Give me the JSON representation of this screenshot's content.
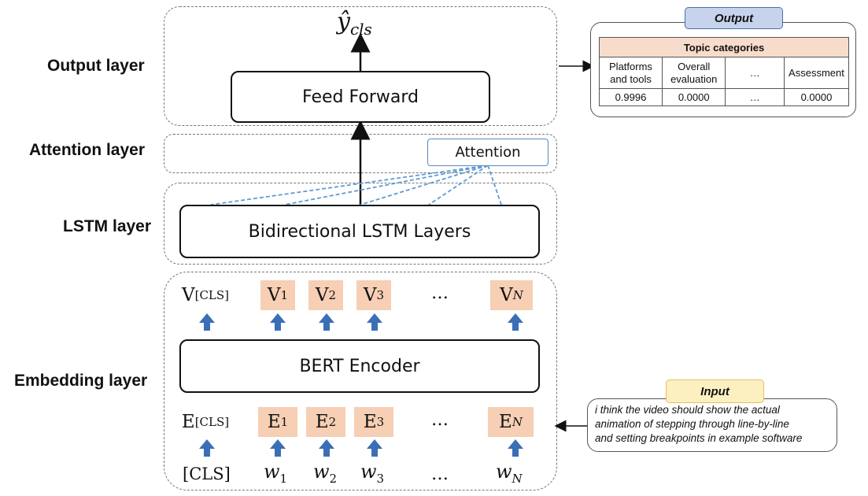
{
  "layers": {
    "output": "Output layer",
    "attention": "Attention layer",
    "lstm": "LSTM layer",
    "embedding": "Embedding  layer"
  },
  "blocks": {
    "feed_forward": "Feed Forward",
    "attention": "Attention",
    "lstm": "Bidirectional LSTM Layers",
    "bert": "BERT Encoder"
  },
  "output_symbol": {
    "base": "ŷ",
    "sub": "cls"
  },
  "vectors": [
    {
      "base": "V",
      "sub": "[CLS]",
      "filled": false
    },
    {
      "base": "V",
      "sub": "1",
      "filled": true
    },
    {
      "base": "V",
      "sub": "2",
      "filled": true
    },
    {
      "base": "V",
      "sub": "3",
      "filled": true
    },
    {
      "base": "V",
      "sub": "N",
      "filled": true
    }
  ],
  "embeddings": [
    {
      "base": "E",
      "sub": "[CLS]",
      "filled": false
    },
    {
      "base": "E",
      "sub": "1",
      "filled": true
    },
    {
      "base": "E",
      "sub": "2",
      "filled": true
    },
    {
      "base": "E",
      "sub": "3",
      "filled": true
    },
    {
      "base": "E",
      "sub": "N",
      "filled": true
    }
  ],
  "words": [
    {
      "base": "[CLS]",
      "sub": ""
    },
    {
      "base": "w",
      "sub": "1"
    },
    {
      "base": "w",
      "sub": "2"
    },
    {
      "base": "w",
      "sub": "3"
    },
    {
      "base": "w",
      "sub": "N"
    }
  ],
  "ellipsis": "…",
  "output_panel": {
    "tag": "Output",
    "table_title": "Topic categories",
    "headers": [
      "Platforms and tools",
      "Overall evaluation",
      "…",
      "Assessment"
    ],
    "values": [
      "0.9996",
      "0.0000",
      "…",
      "0.0000"
    ]
  },
  "input_panel": {
    "tag": "Input",
    "lines": [
      "i think the video should show the actual",
      "animation of stepping through line-by-line",
      "and setting breakpoints in example software"
    ]
  },
  "colors": {
    "token_fill": "#f6cfb4",
    "arrow_blue": "#3a6fb5",
    "attention_line": "#5b9bd5",
    "output_tag_fill": "#c7d3ec",
    "input_tag_fill": "#fdf0c0",
    "table_header_fill": "#f8dccb"
  }
}
